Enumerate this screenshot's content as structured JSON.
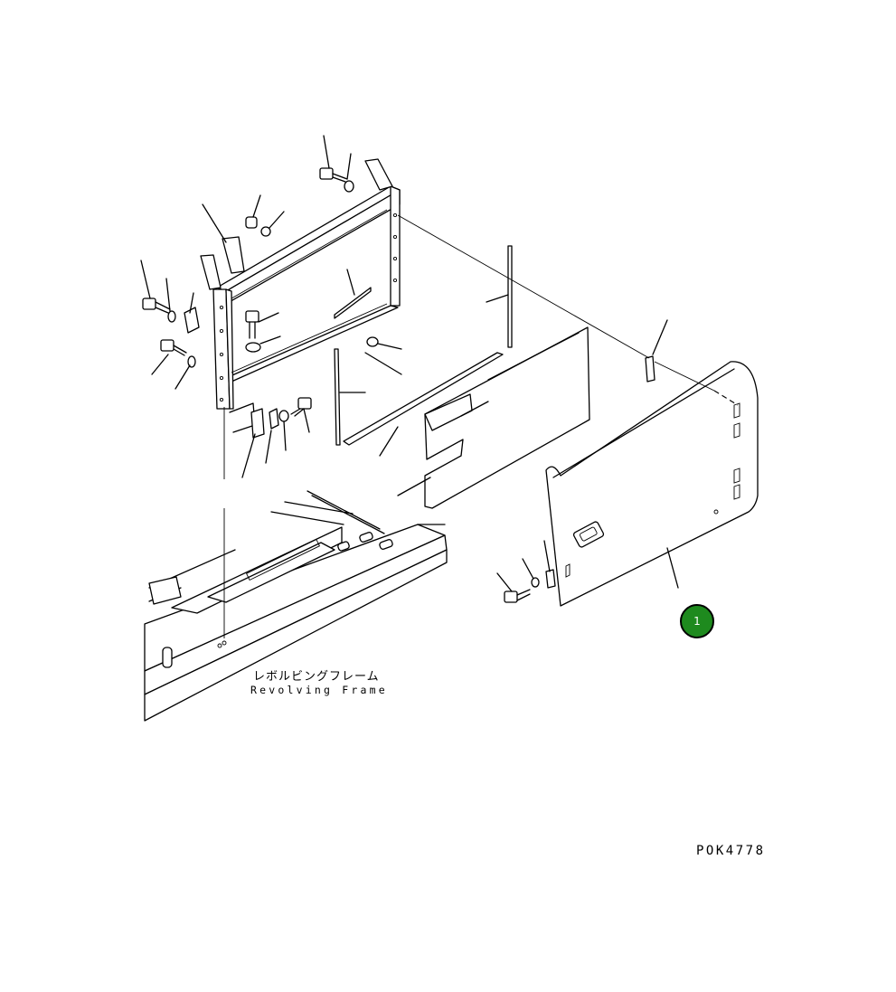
{
  "labels": {
    "frame_jp": "レボルビングフレーム",
    "frame_en": "Revolving Frame",
    "drawing_code": "POK4778"
  },
  "callout": {
    "number": "1",
    "color": "#1e8a1e"
  }
}
